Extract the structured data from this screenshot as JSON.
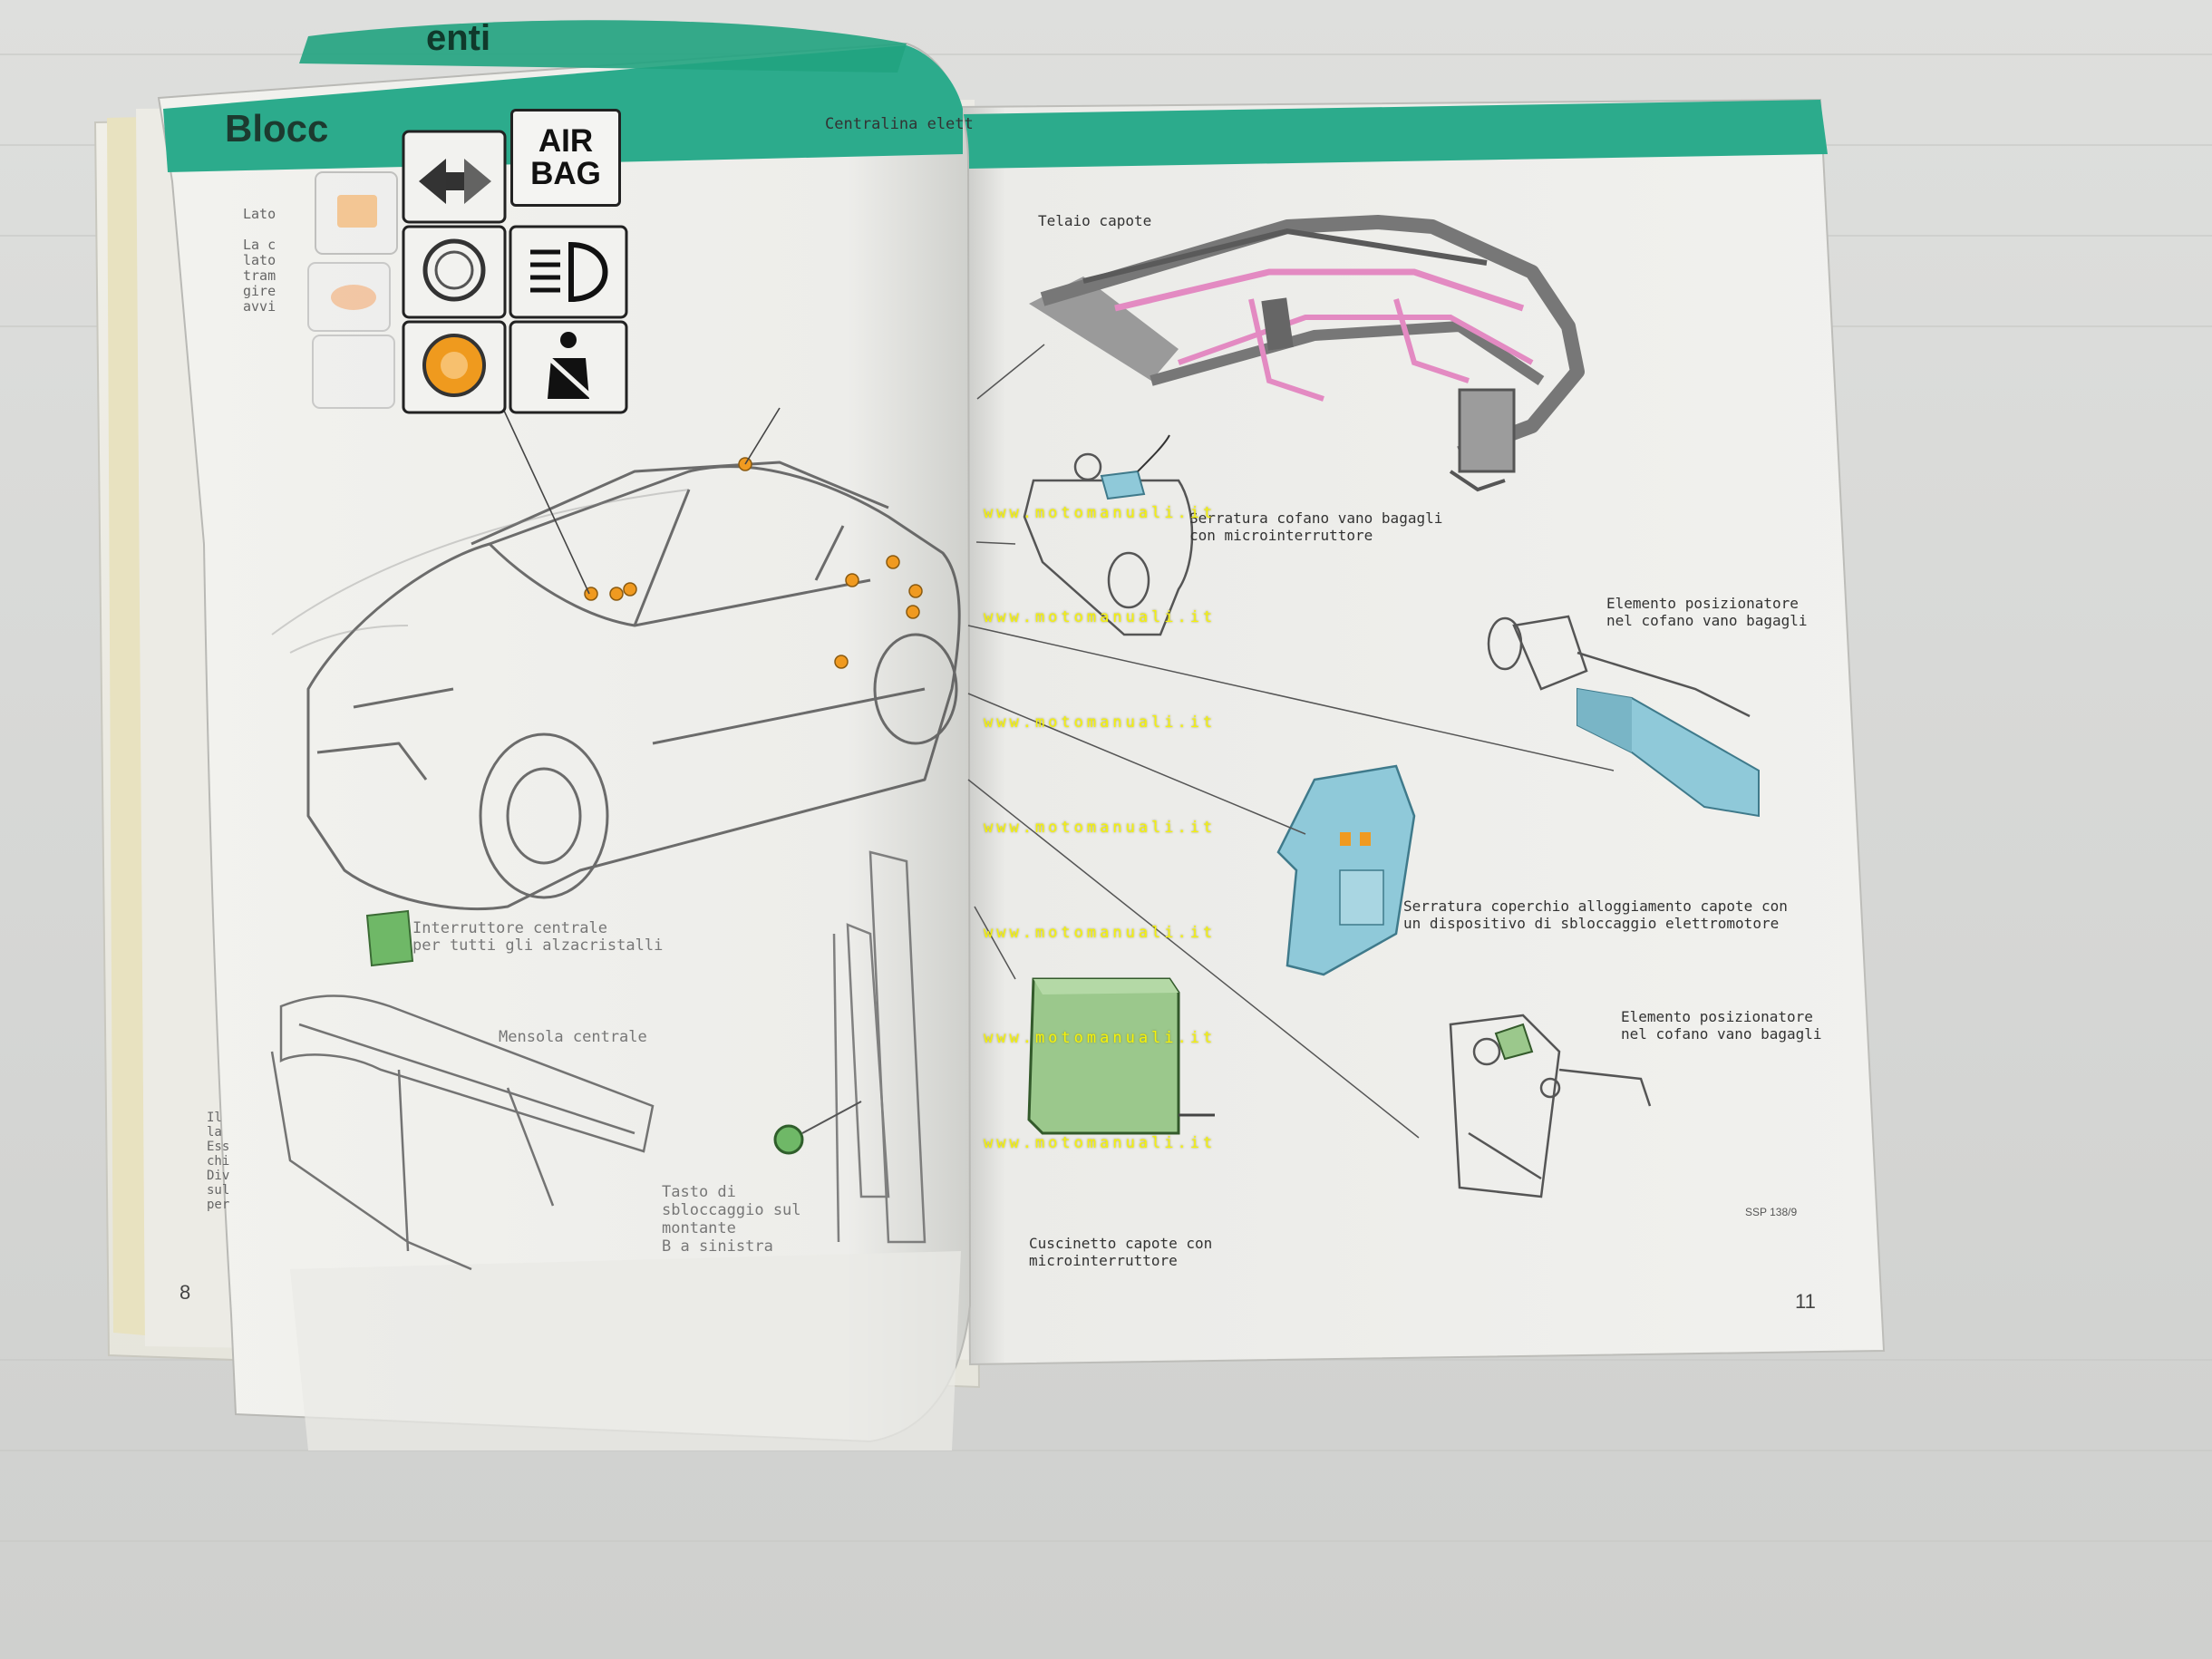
{
  "left_page": {
    "section_title": "Blocc",
    "section_title_tail": "enti",
    "header_label": "Centralina elett",
    "page_number": "8",
    "icons": {
      "airbag_label": "AIR\nBAG"
    },
    "margin_text_top": "Lato\n\nLa c\nlato\ntram\ngire\navvi",
    "margin_text_bottom": "Il\nla\nEss\nchi\nDiv\nsul\nper",
    "label_switch": "Interruttore centrale\nper tutti gli alzacristalli",
    "label_console": "Mensola centrale",
    "label_unlock_button": "Tasto di\nsbloccaggio sul\nmontante\nB a sinistra"
  },
  "right_page": {
    "page_number": "11",
    "figure_code": "SSP 138/9",
    "labels": {
      "frame": "Telaio capote",
      "trunk_lock": "Serratura cofano vano bagagli\ncon microinterruttore",
      "positioner_top": "Elemento posizionatore\nnel cofano vano bagagli",
      "cover_lock": "Serratura coperchio alloggiamento capote con\nun dispositivo di sbloccaggio elettromotore",
      "positioner_bottom": "Elemento posizionatore\nnel cofano vano bagagli",
      "cushion": "Cuscinetto capote con\nmicrointerruttore"
    }
  },
  "watermark": "www.motomanuali.it",
  "colors": {
    "header_band": "#2cab8c",
    "header_band_light": "#c9e6c0",
    "component_blue": "#8fc9d9",
    "frame_pink": "#e38ac2",
    "control_unit_green": "#9bc88c",
    "indicator_orange": "#f09a20",
    "watermark_yellow": "#f6f20a"
  }
}
